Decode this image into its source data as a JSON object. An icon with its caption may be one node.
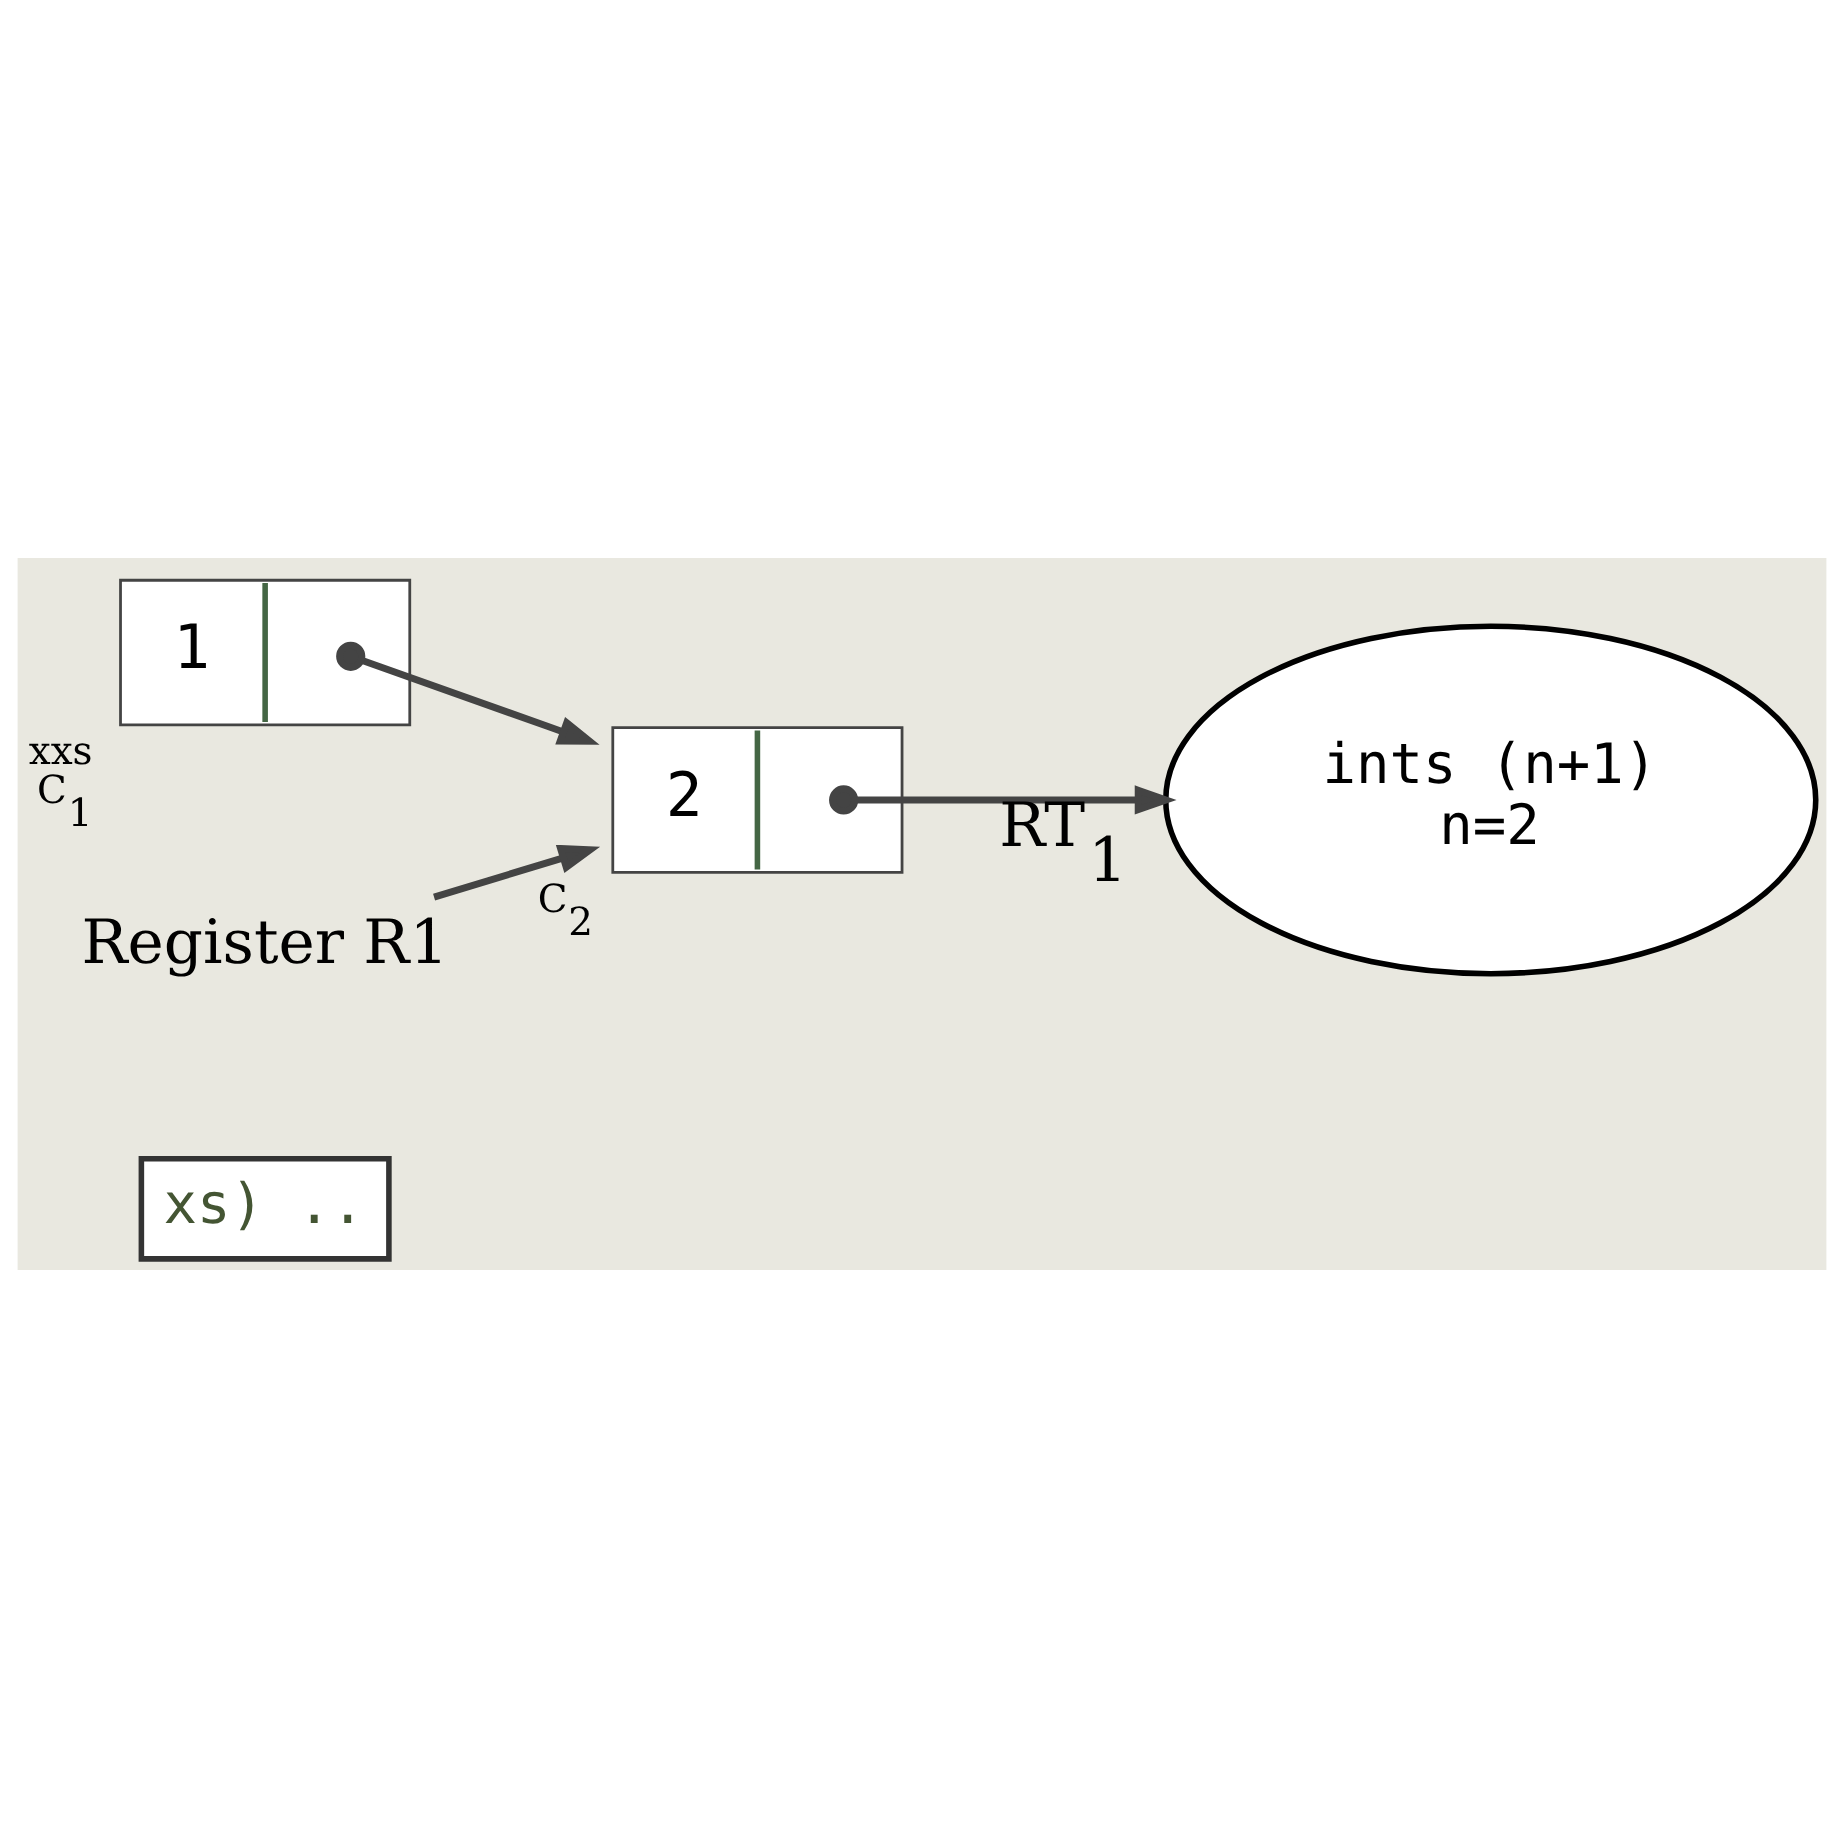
{
  "diagram": {
    "nodes": [
      {
        "text": [
          "xs) .."
        ]
      },
      {
        "text": [
          "1"
        ],
        "beside": [
          "xxs",
          "C$_{1}$"
        ]
      },
      {
        "text": [
          "2"
        ],
        "beside": [
          "C$_{2}$"
        ]
      },
      {
        "text": [
          "Register R1"
        ]
      },
      {
        "text": [
          "ints (n+1)",
          "n=2"
        ]
      }
    ],
    "edges": [
      {
        "from": 3,
        "to": 2,
        "arrow": "to"
      },
      {
        "from": 1,
        "to": 2,
        "arrow": "to"
      },
      {
        "from": 2,
        "to": 4,
        "arrow": "to",
        "label": "RT$_{1}$"
      }
    ]
  }
}
